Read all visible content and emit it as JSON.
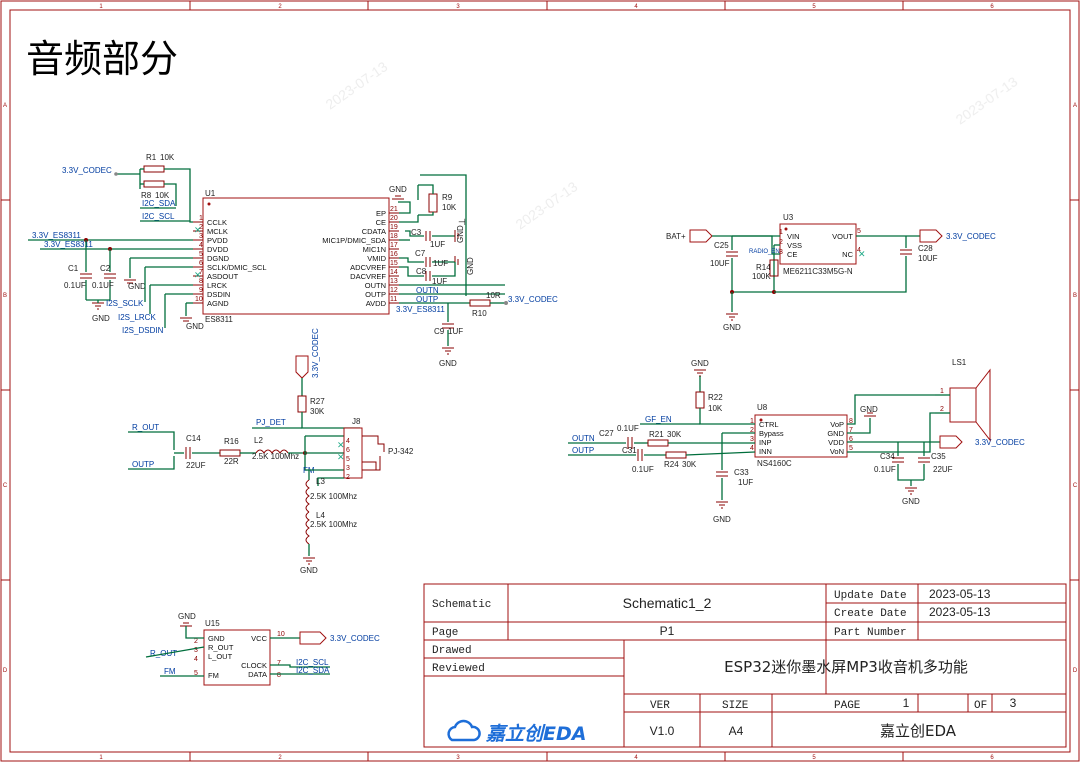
{
  "sheet": {
    "title": "音频部分",
    "border_columns": [
      "1",
      "2",
      "3",
      "4",
      "5",
      "6"
    ],
    "border_rows": [
      "A",
      "B",
      "C",
      "D"
    ]
  },
  "title_block": {
    "schematic_label": "Schematic",
    "schematic_name": "Schematic1_2",
    "update_date_label": "Update Date",
    "update_date": "2023-05-13",
    "create_date_label": "Create Date",
    "create_date": "2023-05-13",
    "page_label": "Page",
    "page_name": "P1",
    "part_number_label": "Part Number",
    "drawed_label": "Drawed",
    "reviewed_label": "Reviewed",
    "project": "ESP32迷你墨水屏MP3收音机多功能",
    "ver_label": "VER",
    "ver": "V1.0",
    "size_label": "SIZE",
    "size": "A4",
    "page_no_label": "PAGE",
    "page_no": "1",
    "of_label": "OF",
    "page_total": "3",
    "logo": "嘉立创EDA",
    "company": "嘉立创EDA",
    "logo_icon": "cloud-icon"
  },
  "es8311": {
    "designator": "U1",
    "part": "ES8311",
    "left_pins": [
      {
        "no": "1",
        "name": "CCLK"
      },
      {
        "no": "2",
        "name": "MCLK"
      },
      {
        "no": "3",
        "name": "PVDD"
      },
      {
        "no": "4",
        "name": "DVDD"
      },
      {
        "no": "5",
        "name": "DGND"
      },
      {
        "no": "6",
        "name": "SCLK/DMIC_SCL"
      },
      {
        "no": "7",
        "name": "ASDOUT"
      },
      {
        "no": "8",
        "name": "LRCK"
      },
      {
        "no": "9",
        "name": "DSDIN"
      },
      {
        "no": "10",
        "name": "AGND"
      }
    ],
    "right_pins": [
      {
        "no": "21",
        "name": "EP"
      },
      {
        "no": "20",
        "name": "CE"
      },
      {
        "no": "19",
        "name": "CDATA"
      },
      {
        "no": "18",
        "name": "MIC1P/DMIC_SDA"
      },
      {
        "no": "17",
        "name": "MIC1N"
      },
      {
        "no": "16",
        "name": "VMID"
      },
      {
        "no": "15",
        "name": "ADCVREF"
      },
      {
        "no": "14",
        "name": "DACVREF"
      },
      {
        "no": "13",
        "name": "OUTN"
      },
      {
        "no": "12",
        "name": "OUTP"
      },
      {
        "no": "11",
        "name": "AVDD"
      }
    ],
    "nets": {
      "codec_33": "3.3V_CODEC",
      "es_33a": "3.3V_ES8311",
      "es_33b": "3.3V_ES8311",
      "i2c_sda": "I2C_SDA",
      "i2c_scl": "I2C_SCL",
      "i2s_sclk": "I2S_SCLK",
      "i2s_lrck": "I2S_LRCK",
      "i2s_dsdin": "I2S_DSDIN",
      "outn": "OUTN",
      "outp": "OUTP",
      "avdd_net": "3.3V_ES8311",
      "codec_right": "3.3V_CODEC"
    },
    "parts": {
      "r1": "R1",
      "r1v": "10K",
      "r8": "R8",
      "r8v": "10K",
      "r9": "R9",
      "r9v": "10K",
      "c1": "C1",
      "c1v": "0.1UF",
      "c2": "C2",
      "c2v": "0.1UF",
      "c3": "C3",
      "c3v": "1UF",
      "c7": "C7",
      "c7v": "1UF",
      "c8": "C8",
      "c8v": "1UF",
      "c9": "C9",
      "c9v": "1UF",
      "r10": "R10",
      "r10v": "10R"
    },
    "gnd": "GND"
  },
  "ldo": {
    "designator": "U3",
    "part": "ME6211C33M5G-N",
    "pins": {
      "vin": "VIN",
      "vss": "VSS",
      "ce": "CE",
      "vout": "VOUT",
      "nc": "NC"
    },
    "pin_nos": {
      "vin": "1",
      "vss": "2",
      "ce": "3",
      "vout": "5",
      "nc": "4"
    },
    "in_net": "BAT+",
    "out_net": "3.3V_CODEC",
    "c25": "C25",
    "c25v": "10UF",
    "c28": "C28",
    "c28v": "10UF",
    "r14": "R14",
    "r14v": "100K",
    "radio_en": "RADIO_EN"
  },
  "jack": {
    "designator": "J8",
    "part": "PJ-342",
    "net_rout": "R_OUT",
    "net_outp": "OUTP",
    "net_pjdet": "PJ_DET",
    "net_fm": "FM",
    "net_codec": "3.3V_CODEC",
    "c14": "C14",
    "c14v": "22UF",
    "r16": "R16",
    "r16v": "22R",
    "l2": "L2",
    "l2v": "2.5K 100Mhz",
    "r27": "R27",
    "r27v": "30K",
    "l3": "L3",
    "l3v": "2.5K 100Mhz",
    "l4": "L4",
    "l4v": "2.5K 100Mhz",
    "pins": [
      "4",
      "6",
      "5",
      "3",
      "2"
    ]
  },
  "amp": {
    "designator": "U8",
    "part": "NS4160C",
    "pins": {
      "ctrl": "CTRL",
      "bypass": "Bypass",
      "inp": "INP",
      "inn": "INN",
      "vop": "VoP",
      "gnd": "GND",
      "vdd": "VDD",
      "von": "VoN"
    },
    "pin_nos": {
      "ctrl": "1",
      "bypass": "2",
      "inp": "3",
      "inn": "4",
      "vop": "8",
      "gnd": "7",
      "vdd": "6",
      "von": "5"
    },
    "net_outn": "OUTN",
    "net_outp": "OUTP",
    "net_gfen": "GF_EN",
    "net_codec": "3.3V_CODEC",
    "c27": "C27",
    "c27v": "0.1UF",
    "c31": "C31",
    "c31v": "0.1UF",
    "r21": "R21",
    "r21v": "30K",
    "r24": "R24",
    "r24v": "30K",
    "r22": "R22",
    "r22v": "10K",
    "c33": "C33",
    "c33v": "1UF",
    "c34": "C34",
    "c34v": "0.1UF",
    "c35": "C35",
    "c35v": "22UF",
    "ls": "LS1",
    "ls_pin1": "1",
    "ls_pin2": "2"
  },
  "radio": {
    "designator": "U15",
    "left_pins": [
      {
        "no": "2",
        "name": "GND"
      },
      {
        "no": "3",
        "name": "R_OUT"
      },
      {
        "no": "4",
        "name": "L_OUT"
      },
      {
        "no": "5",
        "name": "FM"
      }
    ],
    "right_pins": [
      {
        "no": "10",
        "name": "VCC"
      },
      {
        "no": "7",
        "name": "CLOCK"
      },
      {
        "no": "8",
        "name": "DATA"
      }
    ],
    "net_rout": "R_OUT",
    "net_fm": "FM",
    "net_codec": "3.3V_CODEC",
    "net_scl": "I2C_SCL",
    "net_sda": "I2C_SDA"
  },
  "watermark": "2023-07-13"
}
